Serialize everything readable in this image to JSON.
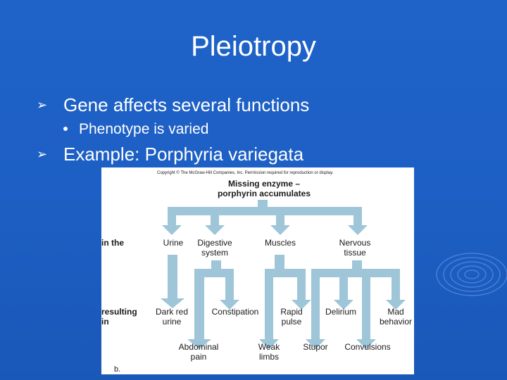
{
  "slide": {
    "title": "Pleiotropy",
    "bullets": [
      "Gene affects several functions",
      "Phenotype is varied",
      "Example: Porphyria variegata"
    ]
  },
  "figure": {
    "copyright": "Copyright © The McGraw-Hill Companies, Inc. Permission required for reproduction or display.",
    "top_label_1": "Missing enzyme –",
    "top_label_2": "porphyrin accumulates",
    "row_label_1": "in the",
    "row_label_2a": "resulting",
    "row_label_2b": "in",
    "organs": [
      "Urine",
      "Digestive",
      "system",
      "Muscles",
      "Nervous",
      "tissue"
    ],
    "effects_mid": [
      "Dark red",
      "urine",
      "Constipation",
      "Rapid",
      "pulse",
      "Delirium",
      "Mad",
      "behavior"
    ],
    "effects_bottom": [
      "Abdominal",
      "pain",
      "Weak",
      "limbs",
      "Stupor",
      "Convulsions"
    ],
    "panel_label": "b.",
    "colors": {
      "arrow": "#9ec5d8",
      "text": "#1a1a1a"
    }
  }
}
